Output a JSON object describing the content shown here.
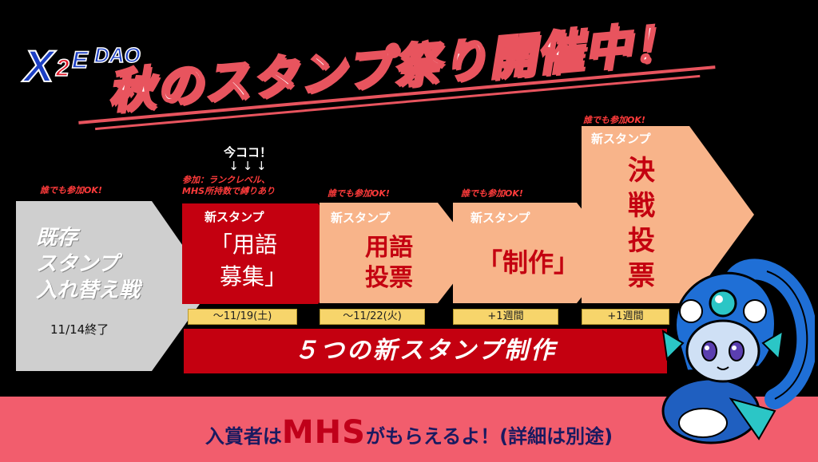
{
  "logo": {
    "text_x": "X",
    "text_2": "2",
    "text_e": "E",
    "text_dao": "DAO"
  },
  "title": "秋のスタンプ祭り開催中！",
  "now_marker": {
    "label": "今ココ！",
    "arrows": "↓ ↓ ↓"
  },
  "steps": [
    {
      "note": "誰でも参加OK!",
      "lines": [
        "既存",
        "スタンプ",
        "入れ替え戦"
      ],
      "date": "11/14終了"
    },
    {
      "note": "参加：ランクレベル、",
      "note2": "MHS所持数で縛りあり",
      "header": "新スタンプ",
      "lines": [
        "「用語",
        "募集」"
      ],
      "date": "〜11/19(土)"
    },
    {
      "note": "誰でも参加OK!",
      "header": "新スタンプ",
      "lines": [
        "用語",
        "投票"
      ],
      "date": "〜11/22(火)"
    },
    {
      "note": "誰でも参加OK!",
      "header": "新スタンプ",
      "lines": [
        "「制作」"
      ],
      "date": "+1週間"
    },
    {
      "note": "誰でも参加OK!",
      "header": "新スタンプ",
      "lines": [
        "決",
        "戦",
        "投",
        "票"
      ],
      "date": "+1週間"
    }
  ],
  "red_banner": "５つの新スタンプ制作",
  "bottom": {
    "pre": "入賞者は",
    "highlight": "MHS",
    "post": "がもらえるよ！(詳細は別途)"
  },
  "colors": {
    "accent_red": "#c40010",
    "pink": "#f25d6d",
    "peach": "#f8b48a",
    "gray": "#cfcfcf",
    "yellow": "#f7d56b"
  }
}
